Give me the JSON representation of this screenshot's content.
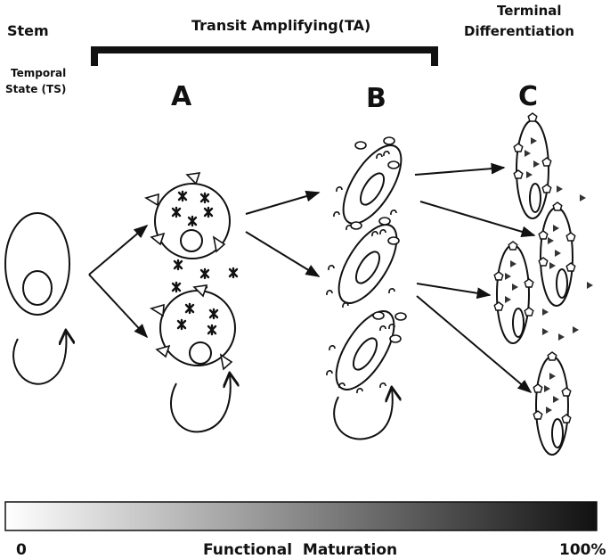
{
  "labels": {
    "stem": "Stem",
    "temporal_line1": "Temporal",
    "temporal_line2": "State (TS)",
    "transit": "Transit Amplifying(TA)",
    "terminal_line1": "Terminal",
    "terminal_line2": "Differentiation",
    "stage_a": "A",
    "stage_b": "B",
    "stage_c": "C"
  },
  "maturation_bar": {
    "min_label": "0",
    "title": "Functional  Maturation",
    "max_label": "100%",
    "color_start": "#ffffff",
    "color_end": "#111111"
  },
  "colors": {
    "ink": "#111111",
    "background": "#ffffff"
  }
}
